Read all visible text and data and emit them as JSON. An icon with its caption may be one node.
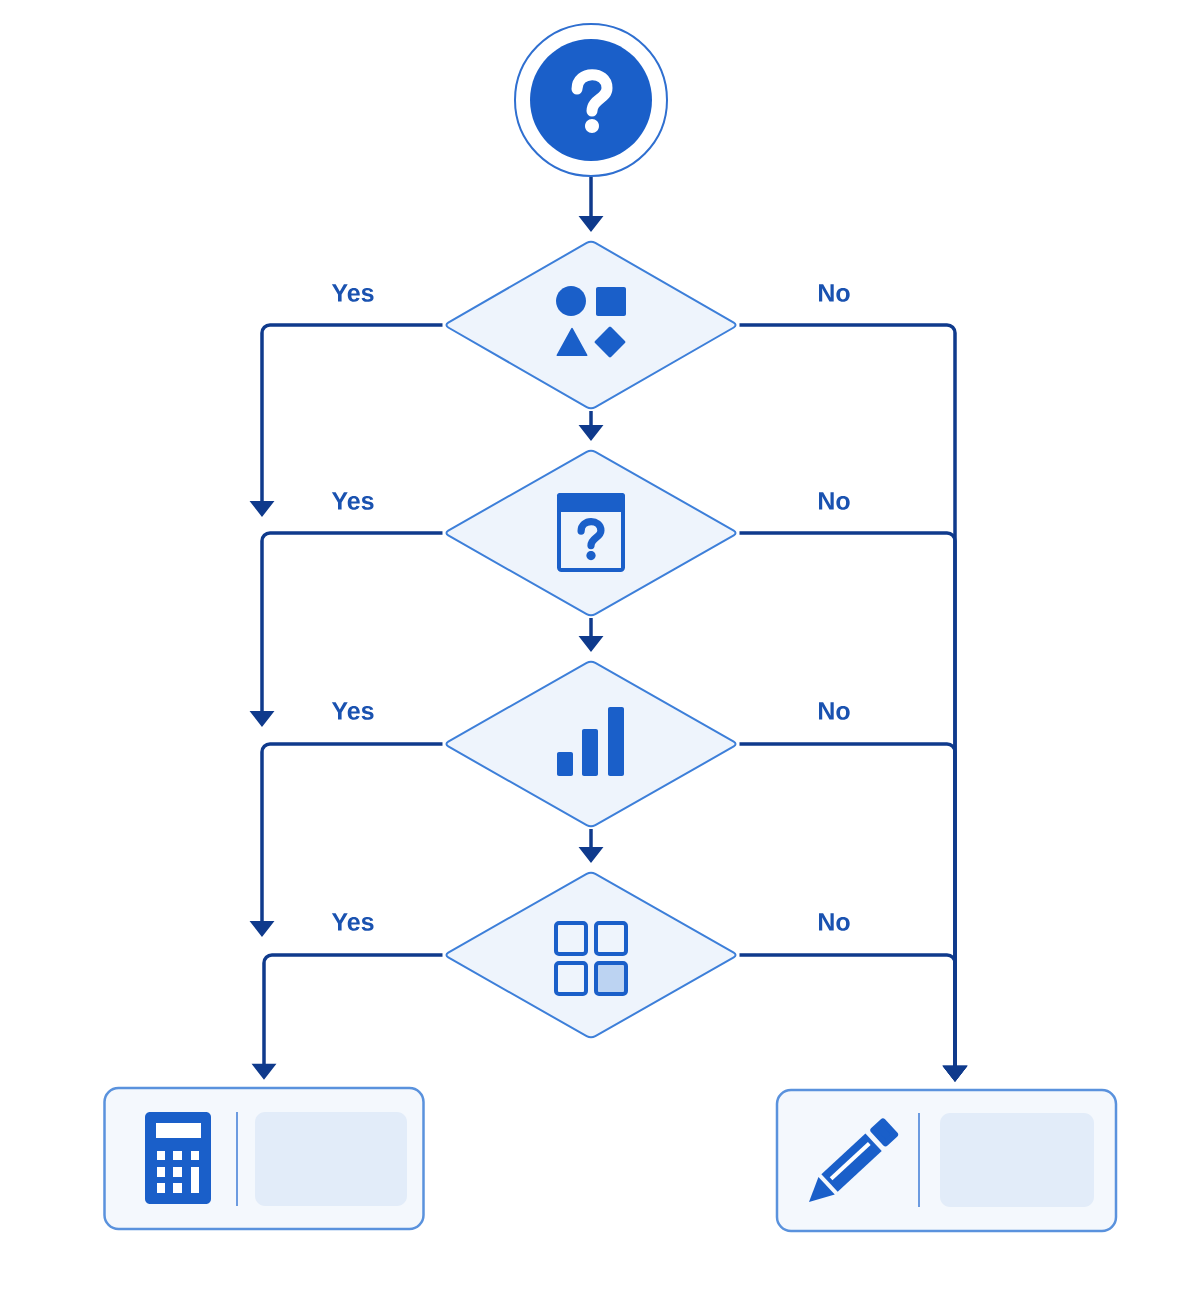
{
  "diagram": {
    "nodes": [
      {
        "text": [],
        "shape": "circle"
      },
      {
        "text": [],
        "shape": "diamond"
      },
      {
        "text": [],
        "shape": "diamond"
      },
      {
        "text": [],
        "shape": "diamond"
      },
      {
        "text": [],
        "shape": "diamond"
      },
      {
        "text": [],
        "shape": "box"
      },
      {
        "text": [],
        "shape": "box"
      }
    ],
    "edges": [
      {
        "from": 0,
        "to": 1,
        "arrow": "to"
      },
      {
        "from": 1,
        "to": 2,
        "arrow": "to"
      },
      {
        "from": 2,
        "to": 3,
        "arrow": "to"
      },
      {
        "from": 3,
        "to": 4,
        "arrow": "to"
      },
      {
        "from": 1,
        "to": null,
        "arrow": "to",
        "label": "Yes"
      },
      {
        "from": 2,
        "to": null,
        "arrow": "to",
        "label": "Yes"
      },
      {
        "from": 3,
        "to": null,
        "arrow": "to",
        "label": "Yes"
      },
      {
        "from": 4,
        "to": 5,
        "arrow": "to",
        "label": "Yes"
      },
      {
        "from": 1,
        "to": 6,
        "arrow": "to",
        "label": "No"
      },
      {
        "from": 2,
        "to": 6,
        "arrow": "to",
        "label": "No"
      },
      {
        "from": 3,
        "to": 6,
        "arrow": "to",
        "label": "No"
      },
      {
        "from": 4,
        "to": 6,
        "arrow": "to",
        "label": "No"
      }
    ]
  }
}
